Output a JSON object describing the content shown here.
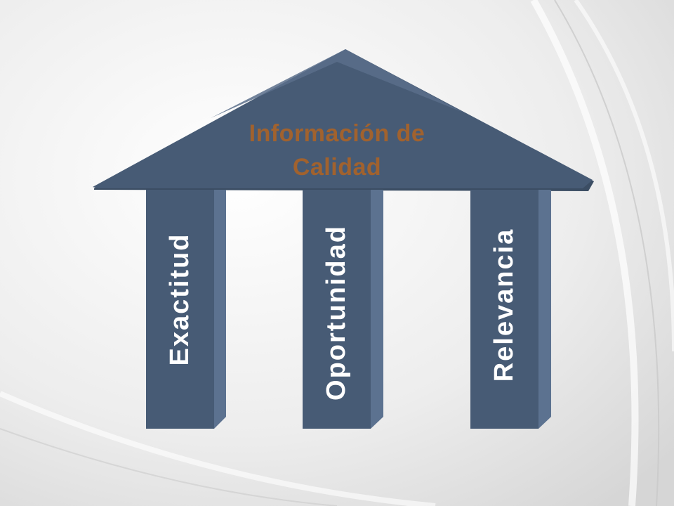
{
  "roof": {
    "title_line1": "Información de",
    "title_line2": "Calidad"
  },
  "pillars": [
    {
      "label": "Exactitud"
    },
    {
      "label": "Oportunidad"
    },
    {
      "label": "Relevancia"
    }
  ],
  "colors": {
    "roof_fill": "#475B75",
    "roof_top": "#5E7391",
    "pillar_front": "#475B75",
    "pillar_side": "#5C7290",
    "title_text": "#A1622E",
    "pillar_text": "#FFFFFF",
    "background": "#E9E9E9"
  }
}
